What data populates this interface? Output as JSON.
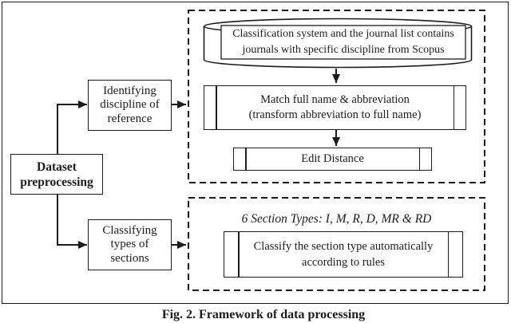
{
  "figure": {
    "caption": "Fig. 2. Framework of data processing"
  },
  "left_flow": {
    "dataset_preprocessing": {
      "lines": [
        "Dataset",
        "preprocessing"
      ]
    },
    "identifying_discipline": {
      "lines": [
        "Identifying",
        "discipline of",
        "reference"
      ]
    },
    "classifying_sections": {
      "lines": [
        "Classifying",
        "types of",
        "sections"
      ]
    }
  },
  "discipline_module": {
    "journal_database": {
      "lines": [
        "Classification system and the journal list contains",
        "journals with specific discipline from Scopus"
      ]
    },
    "match_step": {
      "lines": [
        "Match full name & abbreviation",
        "(transform abbreviation to full name)"
      ]
    },
    "edit_distance_step": {
      "label": "Edit Distance"
    }
  },
  "section_module": {
    "section_types_note": "6 Section Types: I, M, R, D, MR & RD",
    "classify_step": {
      "lines": [
        "Classify the section type automatically",
        "according to rules"
      ]
    }
  },
  "colors": {
    "ink": "#1c1c1c",
    "background": "#ffffff"
  }
}
